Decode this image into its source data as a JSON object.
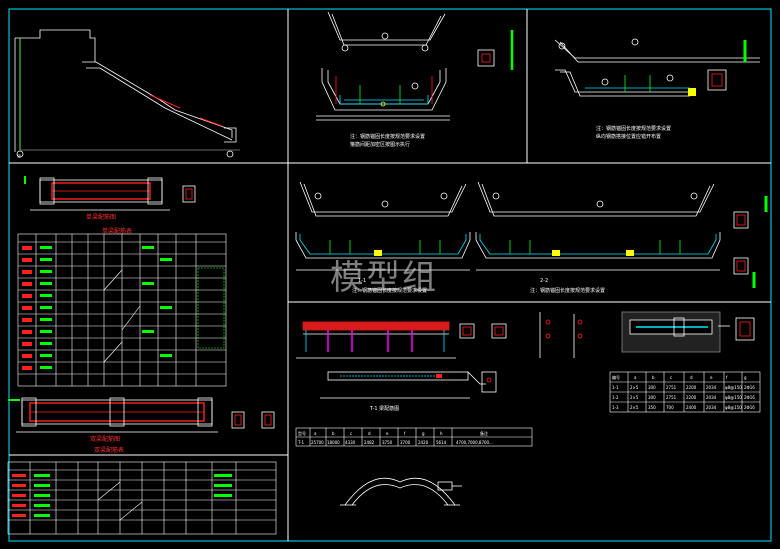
{
  "colors": {
    "background": "#000000",
    "frame": "#00e5ff",
    "rebar": "#ff2020",
    "concrete": "#ffffff",
    "accent_green": "#00ff00",
    "accent_magenta": "#ff00ff",
    "accent_yellow": "#ffff00",
    "cyan": "#00e5ff"
  },
  "watermark": "模型组",
  "sections": {
    "top_left": "stair-elevation",
    "top_middle": "trough-section-1",
    "top_right": "trough-section-2",
    "mid_left": "beam-rebar-table",
    "mid_right": "double-trough-sections",
    "bottom_left": "beam-rebar-table-2",
    "bottom_middle": "frame-elevation",
    "bottom_right": "anchor-detail"
  },
  "labels": {
    "table1_title": "单梁配筋表",
    "table2_title": "双梁配筋表",
    "beam1_caption": "单梁配筋图",
    "beam2_caption": "双梁配筋图",
    "frame_caption": "T-1 梁配筋图",
    "section_caption1": "1-1",
    "section_caption2": "2-2",
    "note_head": "注："
  },
  "bottom_table": {
    "header": [
      "型号",
      "a",
      "b",
      "c",
      "d",
      "e",
      "f",
      "g",
      "h",
      "备注"
    ],
    "row": [
      "T-1",
      "25700",
      "18000",
      "4330",
      "2482",
      "3750",
      "3700",
      "2420",
      "5614",
      "4700,7000,8700..."
    ]
  },
  "right_table": {
    "rows": [
      [
        "编号",
        "a",
        "b",
        "c",
        "d",
        "e",
        "f",
        "g"
      ],
      [
        "1-1",
        "2×5",
        "300",
        "2751",
        "2200",
        "2034",
        "φ8@150",
        "2Φ16"
      ],
      [
        "1-2",
        "2×5",
        "300",
        "2751",
        "2200",
        "2034",
        "φ8@150",
        "2Φ16"
      ],
      [
        "1-3",
        "2×5",
        "350",
        "700",
        "2400",
        "2034",
        "φ8@150",
        "2Φ16"
      ]
    ]
  }
}
